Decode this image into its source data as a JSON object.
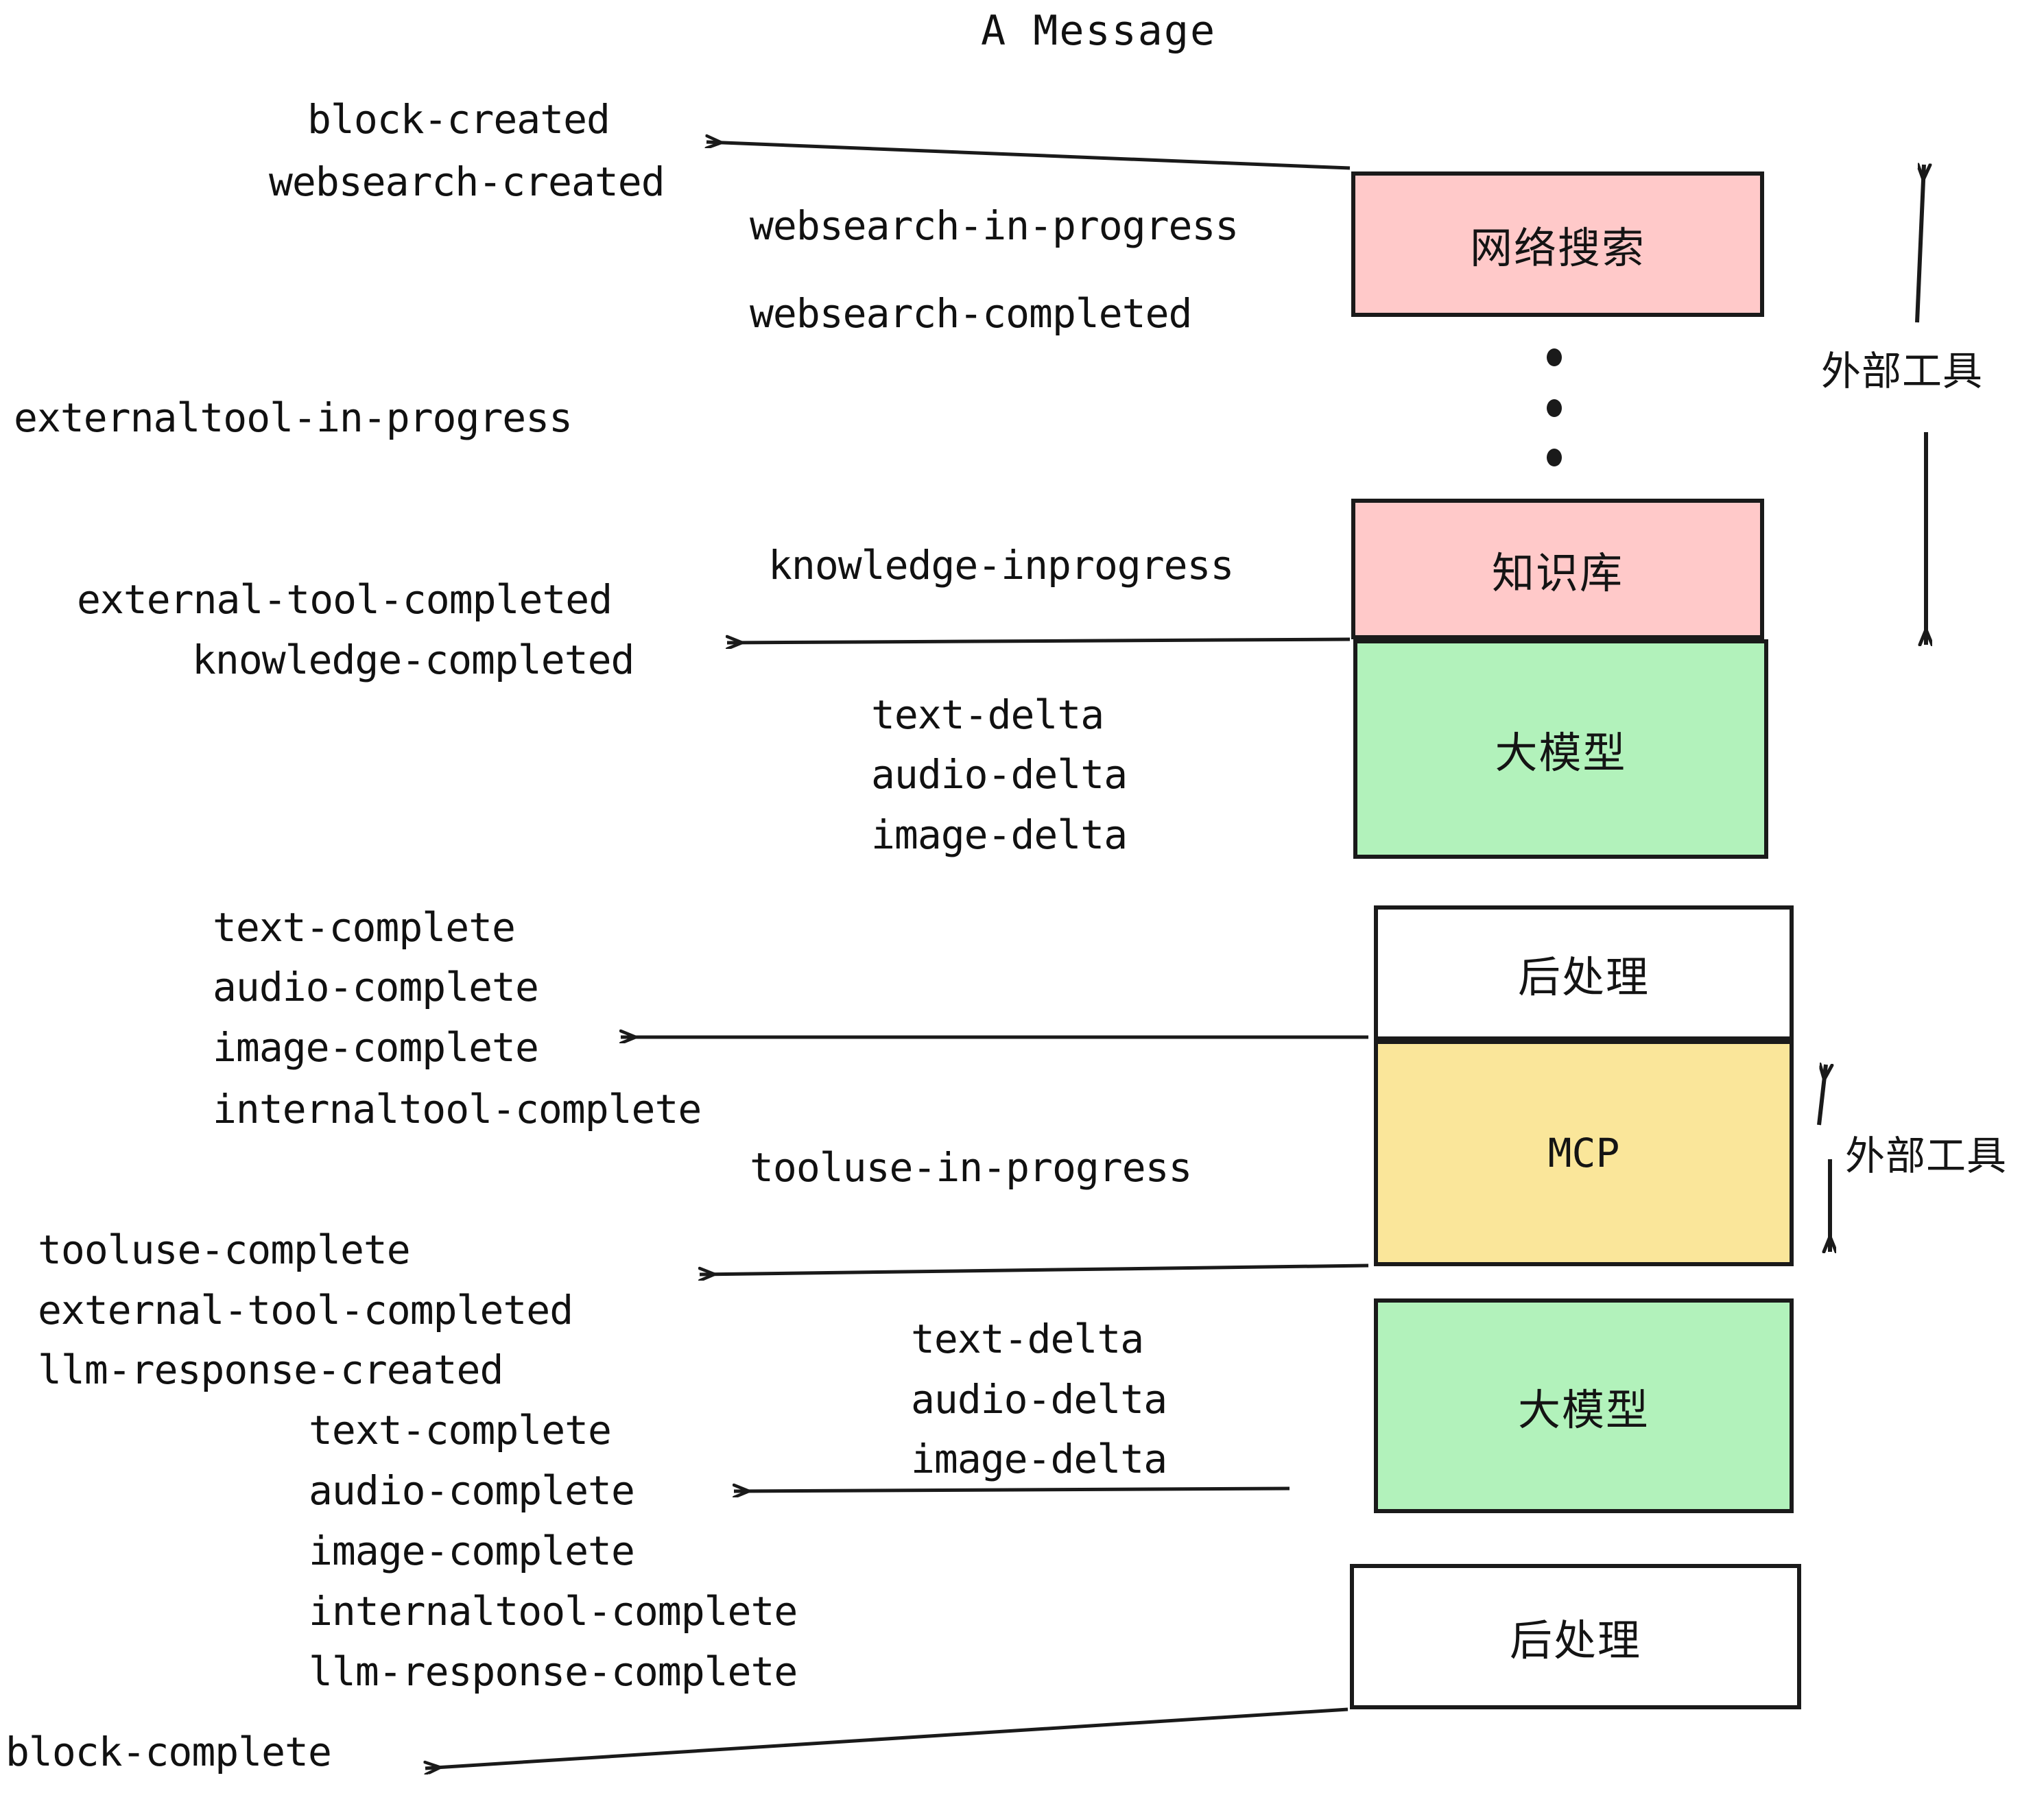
{
  "diagram": {
    "title": "A Message",
    "colors": {
      "pink": "#FFC9C9",
      "green": "#B2F2BB",
      "yellow": "#FAE69A",
      "white": "#FFFFFF",
      "stroke": "#1A1A1A",
      "text": "#111111"
    },
    "nodes": [
      {
        "id": "websearch",
        "label": "网络搜索",
        "fill": "#FFC9C9"
      },
      {
        "id": "knowledge",
        "label": "知识库",
        "fill": "#FFC9C9"
      },
      {
        "id": "llm-top",
        "label": "大模型",
        "fill": "#B2F2BB"
      },
      {
        "id": "postprocess-top",
        "label": "后处理",
        "fill": "#FFFFFF"
      },
      {
        "id": "mcp",
        "label": "MCP",
        "fill": "#FAE69A"
      },
      {
        "id": "llm-bottom",
        "label": "大模型",
        "fill": "#B2F2BB"
      },
      {
        "id": "postprocess-bottom",
        "label": "后处理",
        "fill": "#FFFFFF"
      }
    ],
    "group_labels": [
      {
        "id": "external-tools-top",
        "label": "外部工具"
      },
      {
        "id": "external-tools-bottom",
        "label": "外部工具"
      }
    ],
    "events": [
      {
        "id": "e01",
        "text": "block-created"
      },
      {
        "id": "e02",
        "text": "websearch-created"
      },
      {
        "id": "e03",
        "text": "websearch-in-progress"
      },
      {
        "id": "e04",
        "text": "websearch-completed"
      },
      {
        "id": "e05",
        "text": "externaltool-in-progress"
      },
      {
        "id": "e06",
        "text": "knowledge-inprogress"
      },
      {
        "id": "e07",
        "text": "external-tool-completed"
      },
      {
        "id": "e08",
        "text": "knowledge-completed"
      },
      {
        "id": "e09",
        "text": "text-delta"
      },
      {
        "id": "e10",
        "text": "audio-delta"
      },
      {
        "id": "e11",
        "text": "image-delta"
      },
      {
        "id": "e12",
        "text": "text-complete"
      },
      {
        "id": "e13",
        "text": "audio-complete"
      },
      {
        "id": "e14",
        "text": "image-complete"
      },
      {
        "id": "e15",
        "text": "internaltool-complete"
      },
      {
        "id": "e16",
        "text": "tooluse-in-progress"
      },
      {
        "id": "e17",
        "text": "tooluse-complete"
      },
      {
        "id": "e18",
        "text": "external-tool-completed"
      },
      {
        "id": "e19",
        "text": "llm-response-created"
      },
      {
        "id": "e20",
        "text": "text-delta"
      },
      {
        "id": "e21",
        "text": "audio-delta"
      },
      {
        "id": "e22",
        "text": "image-delta"
      },
      {
        "id": "e23",
        "text": "text-complete"
      },
      {
        "id": "e24",
        "text": "audio-complete"
      },
      {
        "id": "e25",
        "text": "image-complete"
      },
      {
        "id": "e26",
        "text": "internaltool-complete"
      },
      {
        "id": "e27",
        "text": "llm-response-complete"
      },
      {
        "id": "e28",
        "text": "block-complete"
      }
    ]
  }
}
